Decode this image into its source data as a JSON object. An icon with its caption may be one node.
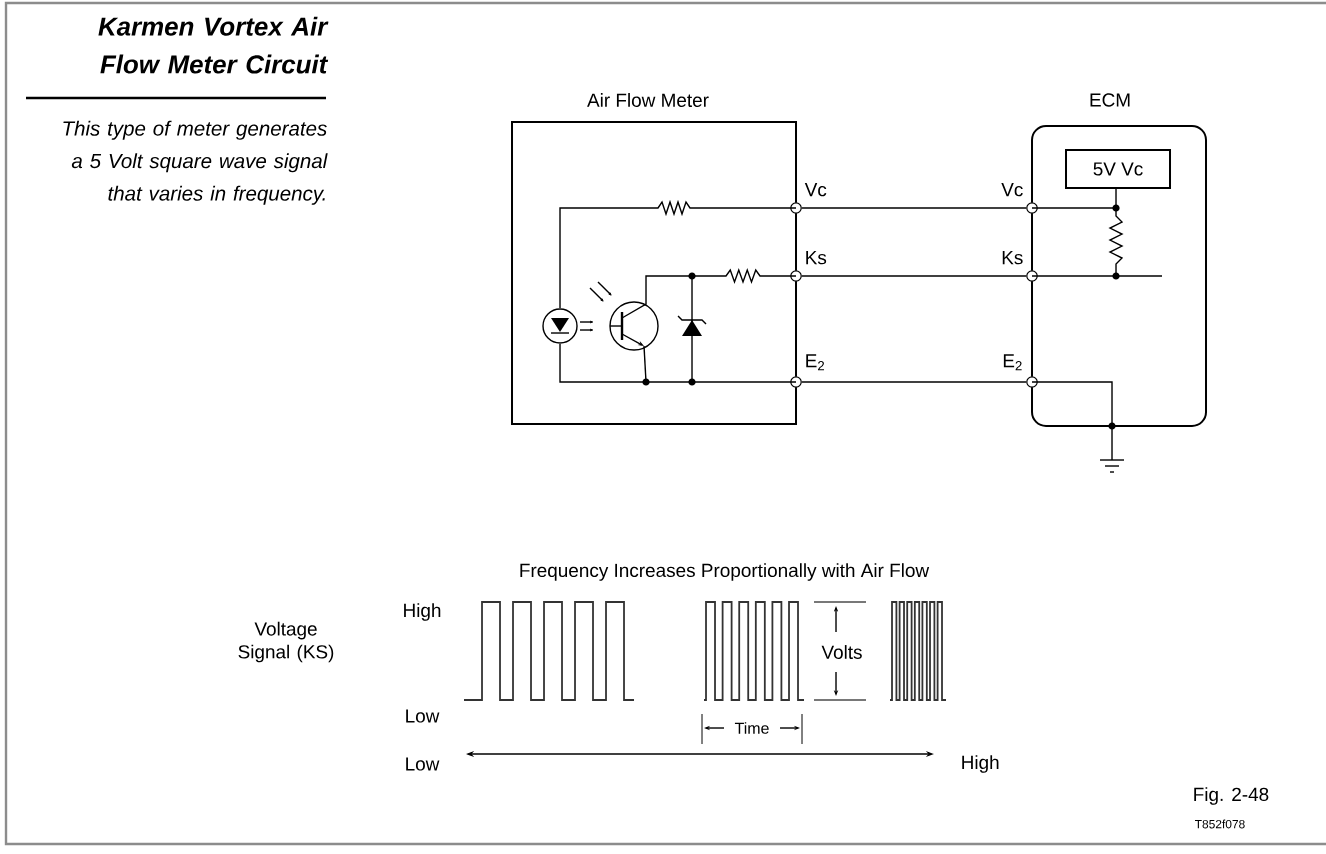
{
  "diagram": {
    "title": "Karmen Vortex Air Flow Meter Circuit",
    "nodes": [
      {
        "text": [
          "Air Flow Meter"
        ]
      },
      {
        "text": [
          "ECM"
        ]
      },
      {
        "text": [
          "5V Vc"
        ],
        "in": 1
      },
      {
        "text": [],
        "shape": "circle"
      },
      {
        "text": [],
        "shape": "circle"
      },
      {
        "text": [],
        "shape": "circle"
      },
      {
        "text": [],
        "shape": "circle"
      },
      {
        "text": [],
        "shape": "circle"
      },
      {
        "text": [],
        "shape": "circle"
      }
    ],
    "edges": [
      {
        "from": 3,
        "to": 6,
        "arrow": "none"
      },
      {
        "from": 4,
        "to": 7,
        "arrow": "none"
      },
      {
        "from": 5,
        "to": 8,
        "arrow": "none"
      }
    ],
    "labels": [
      "This type of meter generates a 5 Volt square wave signal that varies in frequency.",
      "Vc",
      "Ks",
      "E$_{2}$",
      "Vc",
      "Ks",
      "E$_{2}$",
      "Frequency Increases Proportionally with Air Flow",
      "High",
      "Voltage Signal (KS)",
      "Low",
      "Volts",
      "Time",
      "Low",
      "High",
      "Fig. 2-48",
      "T852f078"
    ]
  }
}
